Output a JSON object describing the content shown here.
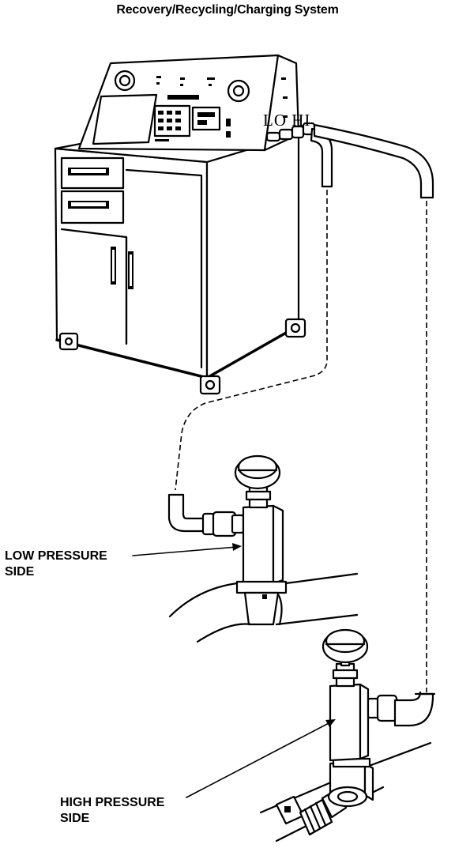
{
  "diagram": {
    "title": "Recovery/Recycling/Charging System",
    "labels": {
      "low_pressure_line1": "LOW PRESSURE",
      "low_pressure_line2": "SIDE",
      "high_pressure_line1": "HIGH PRESSURE",
      "high_pressure_line2": "SIDE",
      "lo_hi": "LO  HI"
    },
    "components": [
      "recovery-recycling-charging-machine",
      "low-side-hose",
      "high-side-hose",
      "low-side-service-valve",
      "high-side-service-valve"
    ]
  }
}
